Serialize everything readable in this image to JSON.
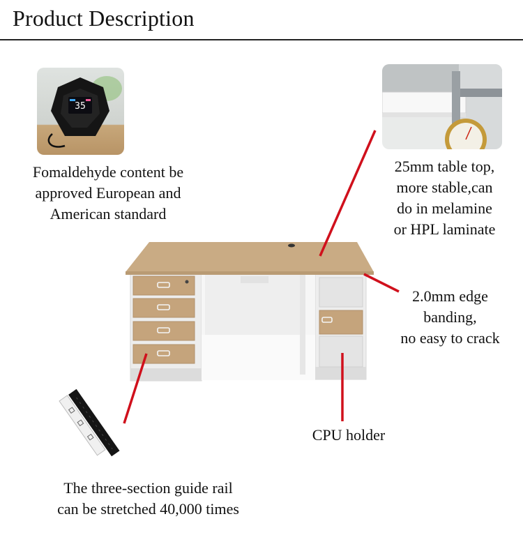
{
  "header": {
    "title": "Product Description"
  },
  "features": {
    "formaldehyde": [
      "Fomaldehyde content  be",
      "approved European and",
      "American standard"
    ],
    "table_top": [
      "25mm table top,",
      "more stable,can",
      "do in melamine",
      "or HPL laminate"
    ],
    "edge_banding": [
      "2.0mm edge",
      "banding,",
      "no easy to crack"
    ],
    "cpu_holder": "CPU holder",
    "guide_rail": [
      "The three-section guide rail",
      "can be stretched 40,000 times"
    ]
  },
  "sensor_display": {
    "reading": "35"
  },
  "colors": {
    "callout_line": "#d0101c",
    "wood": "#c9ab84",
    "desk_white": "#f2f2f2"
  }
}
